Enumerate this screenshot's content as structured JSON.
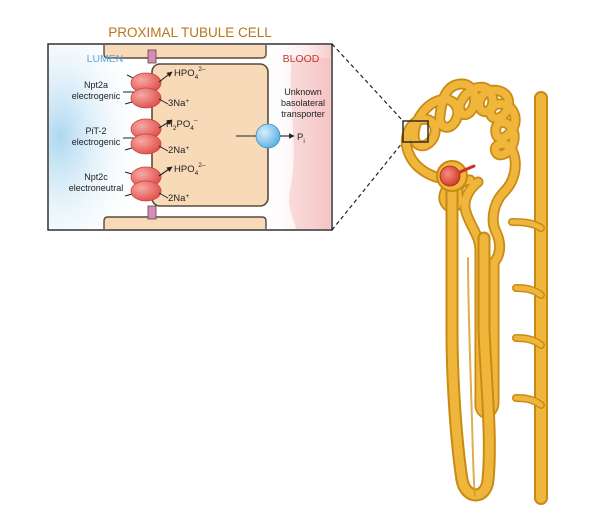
{
  "title": "PROXIMAL TUBULE CELL",
  "regions": {
    "lumen": "LUMEN",
    "blood": "BLOOD"
  },
  "transporters": [
    {
      "name": "Npt2a",
      "kind": "electrogenic",
      "anion_main": "HPO",
      "anion_sub": "4",
      "anion_sup": "2–",
      "cation": "3Na",
      "cation_sup": "+"
    },
    {
      "name": "PiT-2",
      "kind": "electrogenic",
      "anion_main": "H",
      "anion_sub": "2",
      "anion_main2": "PO",
      "anion_sub2": "4",
      "anion_sup": "–",
      "cation": "2Na",
      "cation_sup": "+"
    },
    {
      "name": "Npt2c",
      "kind": "electroneutral",
      "anion_main": "HPO",
      "anion_sub": "4",
      "anion_sup": "2–",
      "cation": "2Na",
      "cation_sup": "+"
    }
  ],
  "basolateral": {
    "line1": "Unknown",
    "line2": "basolateral",
    "line3": "transporter",
    "product": "P",
    "product_sub": "i"
  },
  "colors": {
    "title": "#b8761a",
    "lumen": "#5ba7d6",
    "blood": "#c0392b",
    "cell_fill": "#f8d9b8",
    "cell_stroke": "#5b4a3a",
    "transporter": "#e8625f",
    "basolateral": "#7cc0ea",
    "nephron": "#f0b63c",
    "nephron_edge": "#c98a14",
    "junction": "#d88ab8"
  }
}
